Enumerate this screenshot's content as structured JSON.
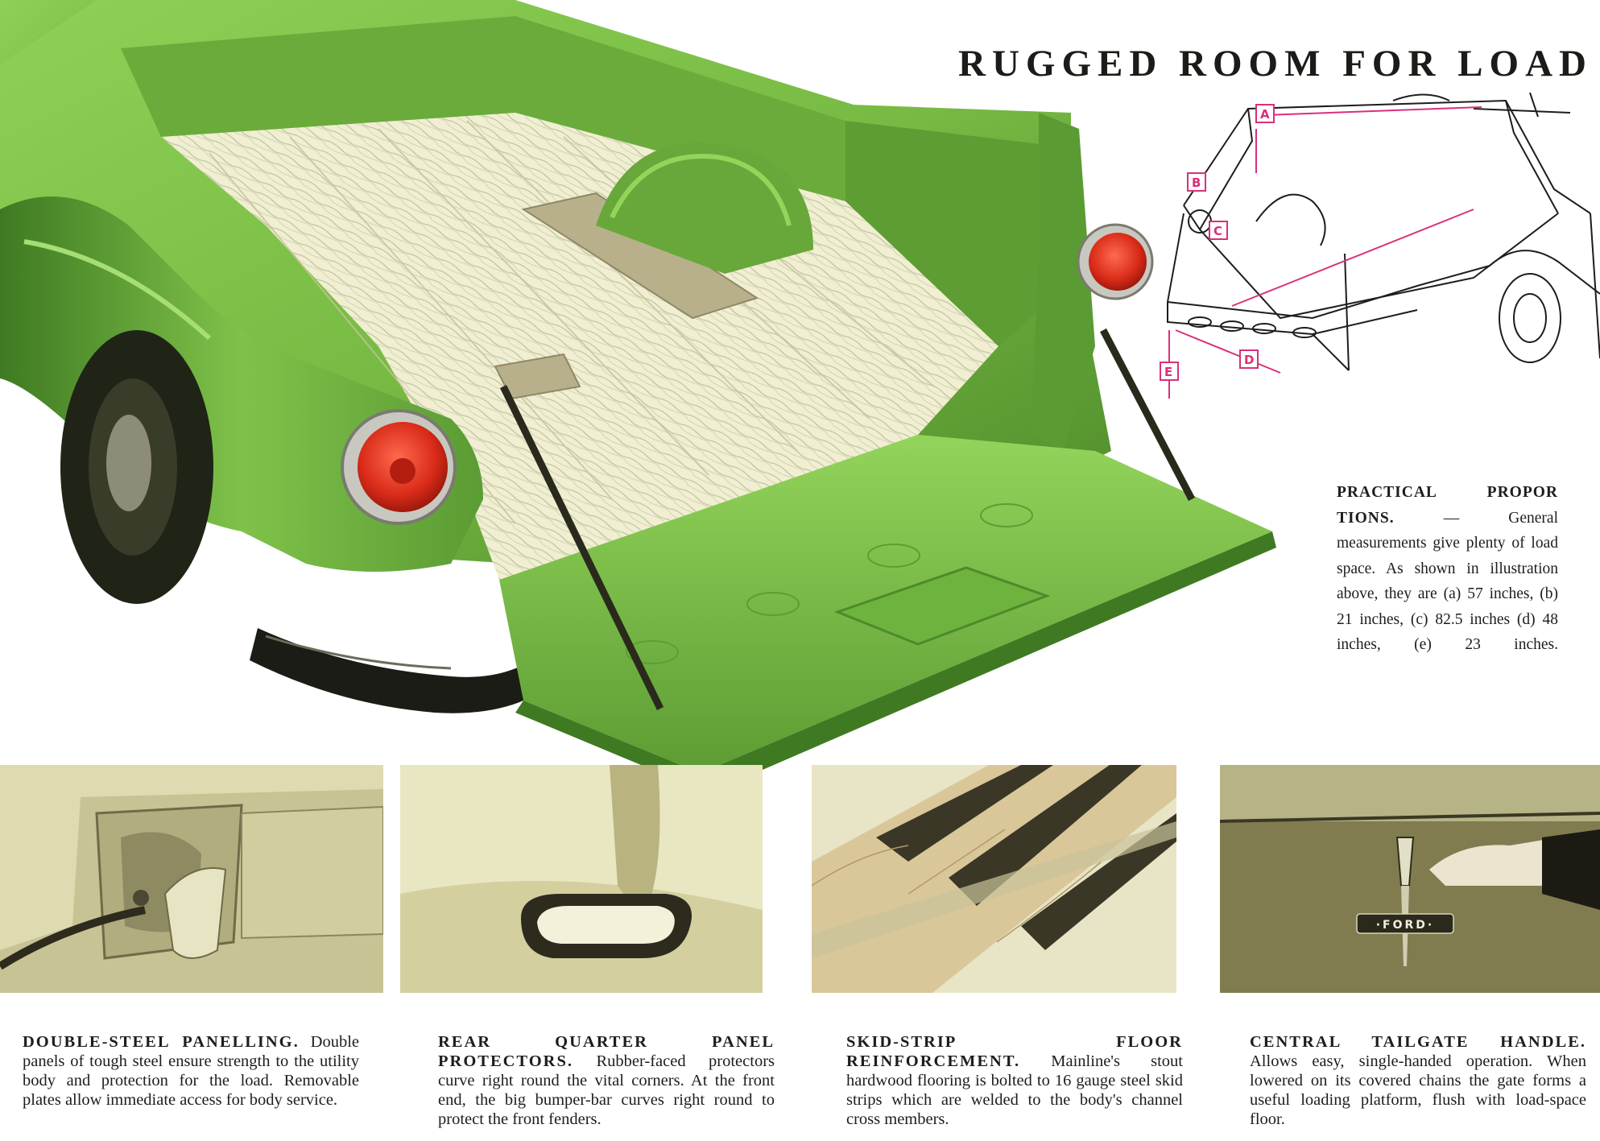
{
  "page": {
    "title": "RUGGED ROOM FOR LOAD"
  },
  "diagram": {
    "labels": [
      "A",
      "B",
      "C",
      "D",
      "E"
    ],
    "accent_color": "#d9307a"
  },
  "proportions": {
    "heading": "PRACTICAL PROPOR TIONS.",
    "body": "— General measurements give plenty of load space. As shown in illustration above, they are (a) 57 inches, (b) 21 inches, (c) 82.5 inches (d) 48 inches, (e) 23 inches."
  },
  "panels": [
    {
      "heading": "DOUBLE-STEEL PANELLING.",
      "body": "Double panels of tough steel ensure strength to the utility body and protection for the load. Removable plates allow immediate access for body service."
    },
    {
      "heading": "REAR QUARTER PANEL PROTECTORS.",
      "body": "Rubber-faced protectors curve right round the vital corners. At the front end, the big bumper-bar curves right round to protect the front fenders."
    },
    {
      "heading": "SKID-STRIP FLOOR REINFORCEMENT.",
      "body": "Mainline's stout hardwood flooring is bolted to 16 gauge steel skid strips which are welded to the body's channel cross members."
    },
    {
      "heading": "CENTRAL TAILGATE HANDLE.",
      "body": "Allows easy, single-handed operation. When lowered on its covered chains the gate forms a useful loading platform, flush with load-space floor."
    }
  ],
  "badge": {
    "text": "·FORD·"
  },
  "colors": {
    "body_green": "#7fc24a",
    "dark_green": "#4f8a2c",
    "tail_light_red": "#e0301e",
    "wood": "#efeccc"
  }
}
